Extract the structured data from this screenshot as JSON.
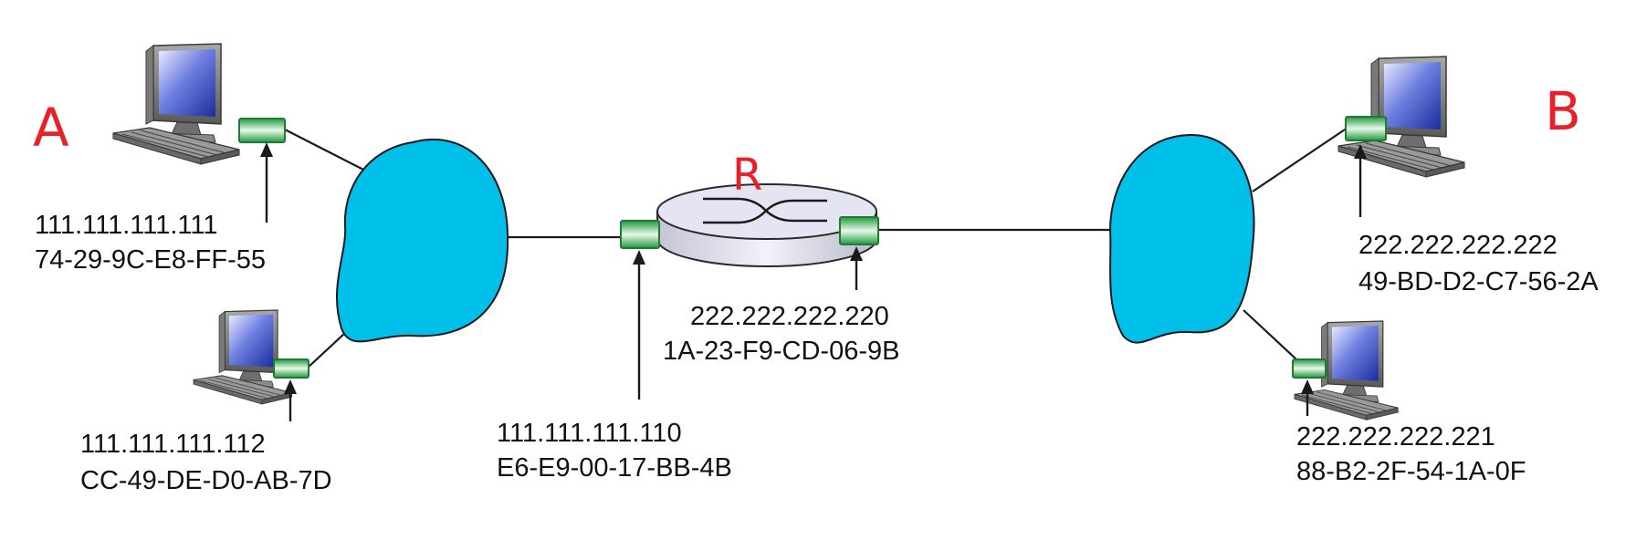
{
  "colors": {
    "label_red": "#e8202a",
    "subnet_fill": "#00bfe8",
    "interface_green": "#1f9a3c",
    "router_body": "#e4e4f2",
    "screen_blue": "#1b2d9c"
  },
  "labels": {
    "host_a": "A",
    "host_b": "B",
    "router": "R"
  },
  "interfaces": {
    "host_a": {
      "ip": "111.111.111.111",
      "mac": "74-29-9C-E8-FF-55"
    },
    "host_a2": {
      "ip": "111.111.111.112",
      "mac": "CC-49-DE-D0-AB-7D"
    },
    "router_left": {
      "ip": "111.111.111.110",
      "mac": "E6-E9-00-17-BB-4B"
    },
    "router_right": {
      "ip": "222.222.222.220",
      "mac": "1A-23-F9-CD-06-9B"
    },
    "host_b": {
      "ip": "222.222.222.222",
      "mac": "49-BD-D2-C7-56-2A"
    },
    "host_b2": {
      "ip": "222.222.222.221",
      "mac": "88-B2-2F-54-1A-0F"
    }
  },
  "icons": [
    "desktop-computer-icon",
    "router-icon",
    "network-interface-icon",
    "subnet-cloud-icon"
  ]
}
